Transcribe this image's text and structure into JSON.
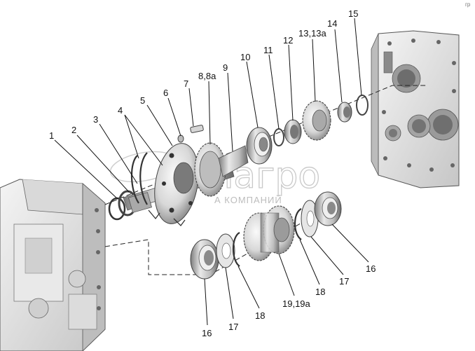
{
  "corner_mark": "гр",
  "watermark": {
    "brand": "лагро",
    "tagline": "А КОМПАНИЙ"
  },
  "callouts": [
    {
      "id": "c1",
      "text": "1"
    },
    {
      "id": "c2",
      "text": "2"
    },
    {
      "id": "c3",
      "text": "3"
    },
    {
      "id": "c4",
      "text": "4"
    },
    {
      "id": "c5",
      "text": "5"
    },
    {
      "id": "c6",
      "text": "6"
    },
    {
      "id": "c7",
      "text": "7"
    },
    {
      "id": "c8",
      "text": "8,8а"
    },
    {
      "id": "c9",
      "text": "9"
    },
    {
      "id": "c10",
      "text": "10"
    },
    {
      "id": "c11",
      "text": "11"
    },
    {
      "id": "c12",
      "text": "12"
    },
    {
      "id": "c13",
      "text": "13,13а"
    },
    {
      "id": "c14",
      "text": "14"
    },
    {
      "id": "c15",
      "text": "15"
    },
    {
      "id": "c16a",
      "text": "16"
    },
    {
      "id": "c17a",
      "text": "17"
    },
    {
      "id": "c18a",
      "text": "18"
    },
    {
      "id": "c19",
      "text": "19,19а"
    },
    {
      "id": "c18b",
      "text": "18"
    },
    {
      "id": "c17b",
      "text": "17"
    },
    {
      "id": "c16b",
      "text": "16"
    }
  ],
  "colors": {
    "part_light": "#efefef",
    "part_mid": "#cfcfcf",
    "part_dark": "#8c8c8c",
    "outline": "#4a4a4a",
    "housing": "#e4e4e4"
  }
}
